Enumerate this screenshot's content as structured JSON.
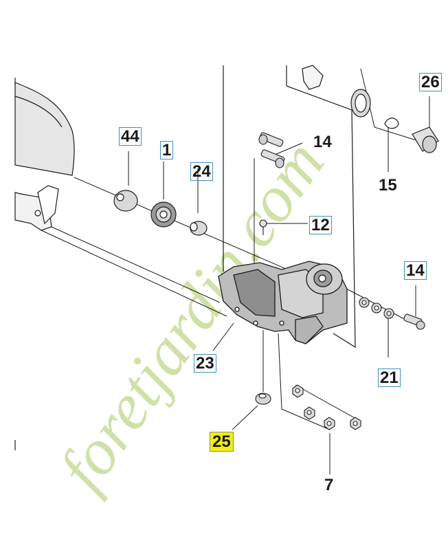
{
  "parts": [
    {
      "id": "label-44",
      "number": "44",
      "style": "boxed"
    },
    {
      "id": "label-1",
      "number": "1",
      "style": "boxed"
    },
    {
      "id": "label-24",
      "number": "24",
      "style": "boxed"
    },
    {
      "id": "label-26",
      "number": "26",
      "style": "boxed"
    },
    {
      "id": "label-14a",
      "number": "14",
      "style": "plain"
    },
    {
      "id": "label-15",
      "number": "15",
      "style": "plain"
    },
    {
      "id": "label-12",
      "number": "12",
      "style": "boxed"
    },
    {
      "id": "label-14b",
      "number": "14",
      "style": "boxed"
    },
    {
      "id": "label-23",
      "number": "23",
      "style": "boxed"
    },
    {
      "id": "label-21",
      "number": "21",
      "style": "boxed"
    },
    {
      "id": "label-25",
      "number": "25",
      "style": "highlight"
    },
    {
      "id": "label-7",
      "number": "7",
      "style": "plain"
    }
  ],
  "watermark": {
    "text": "foretjardin.com",
    "color": "#c8dc9a"
  },
  "colors": {
    "line": "#1a1a1a",
    "box_border": "#3f8fc0",
    "highlight": "#f3ec12",
    "part_fill": "#d8d8d8"
  }
}
